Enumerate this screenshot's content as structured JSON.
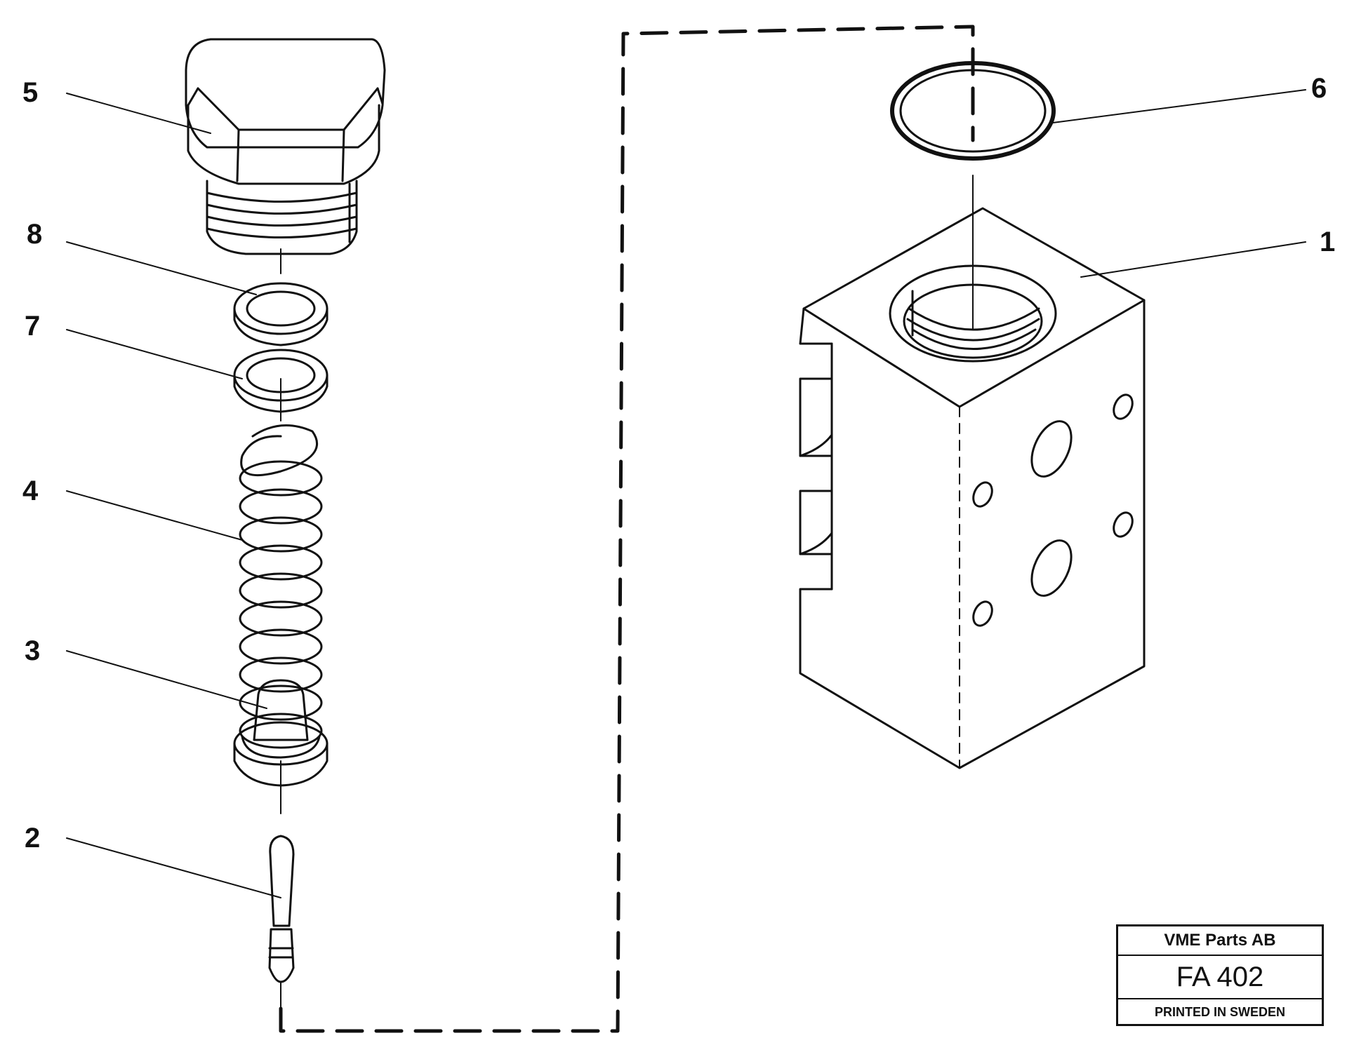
{
  "callouts": {
    "c1": "1",
    "c2": "2",
    "c3": "3",
    "c4": "4",
    "c5": "5",
    "c6": "6",
    "c7": "7",
    "c8": "8"
  },
  "title_block": {
    "company": "VME Parts AB",
    "code": "FA 402",
    "printed": "PRINTED IN SWEDEN"
  }
}
